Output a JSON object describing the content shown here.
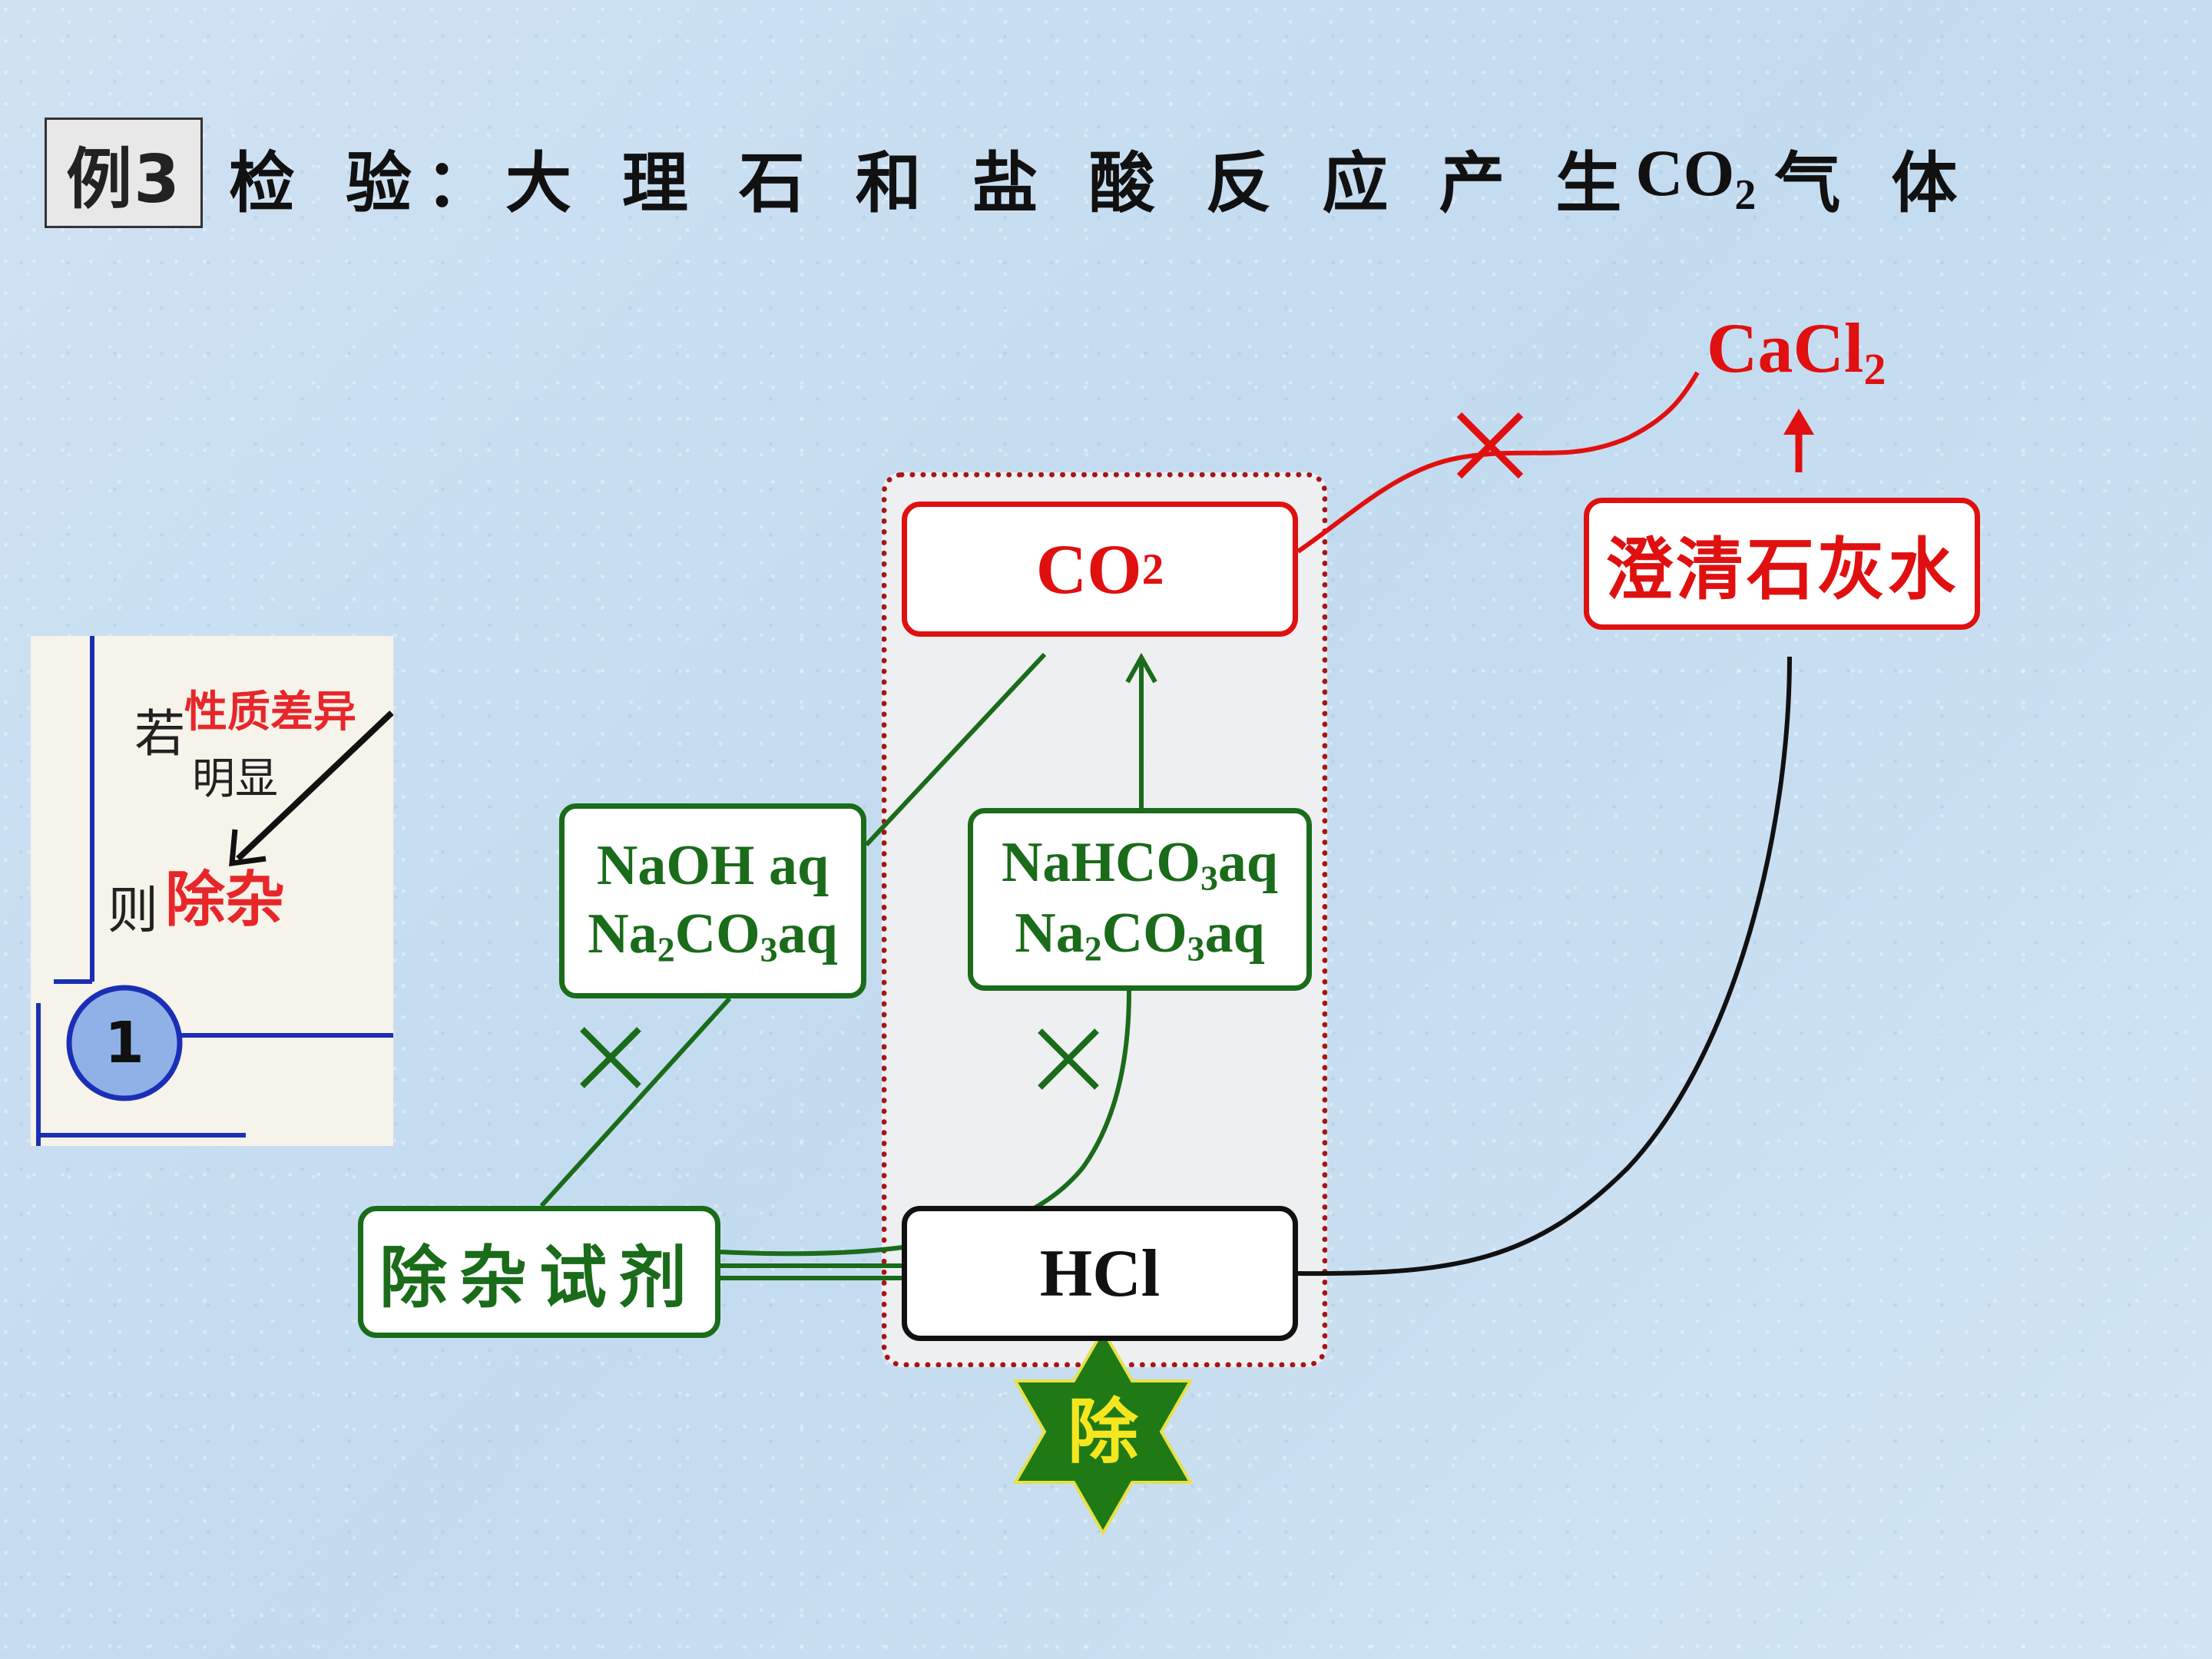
{
  "header": {
    "example_label": "例3",
    "title_prefix": "检 验：大 理 石 和 盐 酸 反 应 产 生",
    "title_formula": "CO",
    "title_formula_sub": "2",
    "title_suffix": "气 体"
  },
  "diagram": {
    "co2": {
      "text": "CO",
      "sub": "2"
    },
    "hcl": "HCl",
    "limewater": "澄清石灰水",
    "cacl2": {
      "text": "CaCl",
      "sub": "2"
    },
    "reagent": "除杂试剂",
    "reagent_set_a": {
      "line1": "NaOH aq",
      "line2_a": "Na",
      "line2_sub1": "2",
      "line2_b": "CO",
      "line2_sub2": "3",
      "line2_c": "aq"
    },
    "reagent_set_b": {
      "line1_a": "NaHCO",
      "line1_sub": "3",
      "line1_b": "aq",
      "line2_a": "Na",
      "line2_sub1": "2",
      "line2_b": "CO",
      "line2_sub2": "3",
      "line2_c": "aq"
    },
    "remove_badge": "除"
  },
  "inset": {
    "note_black_1": "若",
    "note_red_1": "性质差异",
    "note_black_2": "明显",
    "note_black_3": "则",
    "note_red_2": "除杂",
    "step_number": "1"
  },
  "colors": {
    "red": "#e01010",
    "green": "#1a6b1a",
    "black": "#111111",
    "star_fill": "#1f7a16",
    "star_text": "#f6e620"
  }
}
